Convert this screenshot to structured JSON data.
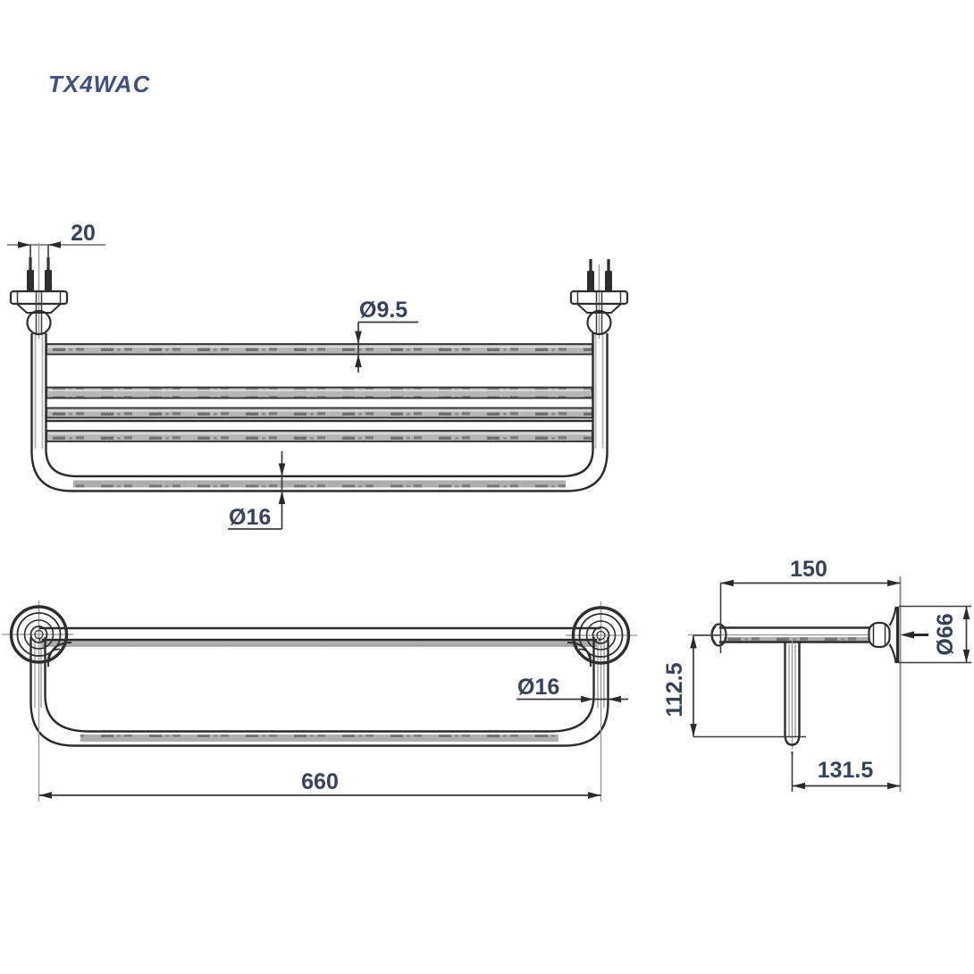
{
  "title": "TX4WAC",
  "drawing": {
    "kind": "technical dimensional drawing of wall-mounted double towel bar shelf",
    "views": {
      "top_view": {
        "dims": {
          "screw_pitch": "20",
          "rail_diameter": "Ø9.5",
          "frame_tube_diameter": "Ø16"
        }
      },
      "front_view": {
        "dims": {
          "frame_tube_diameter": "Ø16",
          "overall_width": "660"
        }
      },
      "side_view": {
        "dims": {
          "depth": "150",
          "flange_diameter": "Ø66",
          "drop_height": "112.5",
          "bar_wall_offset": "131.5"
        }
      }
    }
  },
  "colors": {
    "background": "#ffffff",
    "line": "#2e2e2e",
    "fill_gray": "#aeaeae",
    "centerline_gray": "#949494",
    "dim_text": "#36415a",
    "title_text": "#3d5280"
  }
}
